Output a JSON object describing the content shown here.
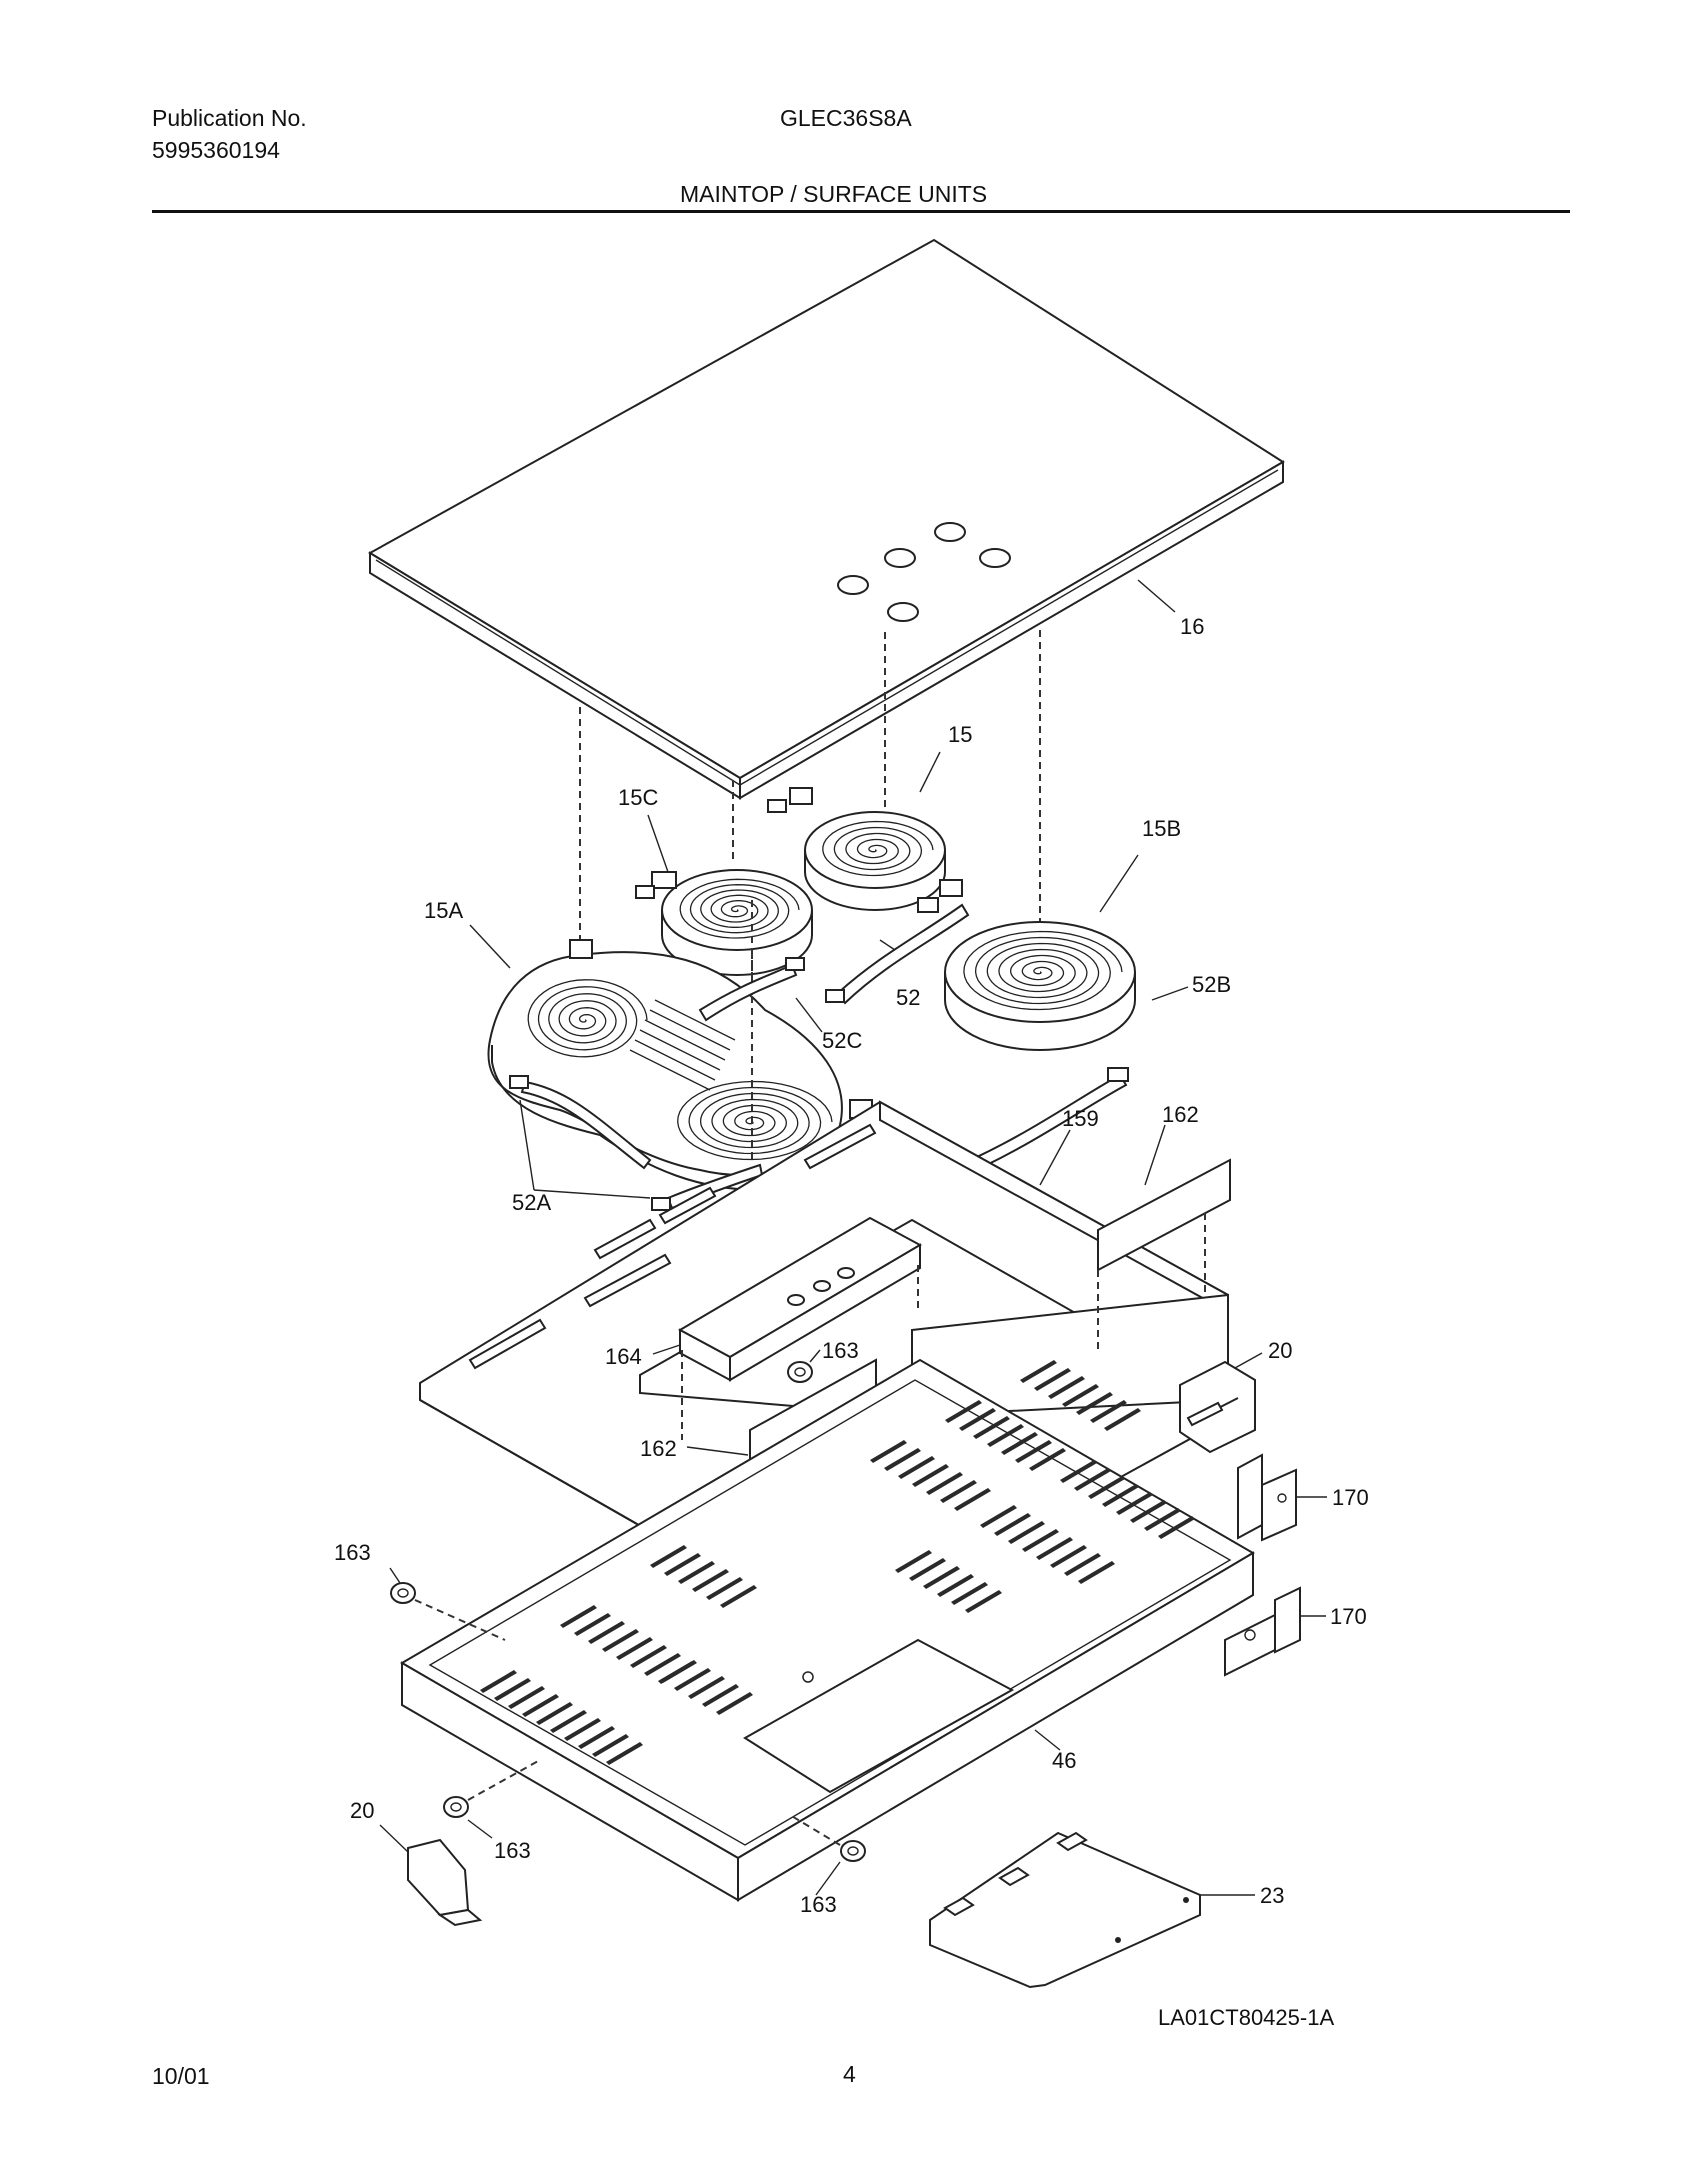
{
  "header": {
    "publication_label": "Publication No.",
    "publication_number": "5995360194",
    "model": "GLEC36S8A",
    "section_title": "MAINTOP / SURFACE UNITS"
  },
  "diagram": {
    "callouts": {
      "p16": "16",
      "p15": "15",
      "p15C": "15C",
      "p15B": "15B",
      "p15A": "15A",
      "p52": "52",
      "p52C": "52C",
      "p52B": "52B",
      "p52A": "52A",
      "p159": "159",
      "p162a": "162",
      "p162b": "162",
      "p164": "164",
      "p163a": "163",
      "p163b": "163",
      "p163c": "163",
      "p163d": "163",
      "p20a": "20",
      "p20b": "20",
      "p170a": "170",
      "p170b": "170",
      "p46": "46",
      "p23": "23"
    },
    "drawing_number": "LA01CT80425-1A"
  },
  "footer": {
    "date": "10/01",
    "page_number": "4"
  }
}
